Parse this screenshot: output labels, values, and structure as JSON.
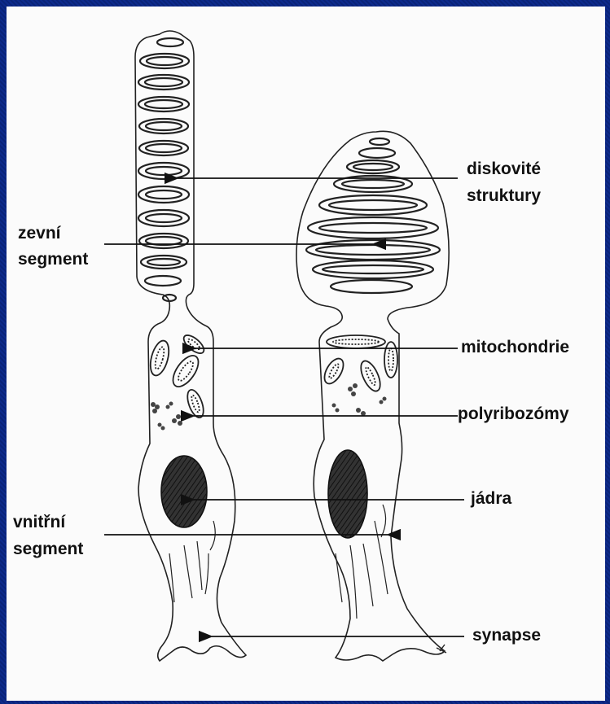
{
  "labels": {
    "diskovite": "diskovité",
    "struktury": "struktury",
    "zevni": "zevní",
    "zevni_segment": "segment",
    "mitochondrie": "mitochondrie",
    "polyribozomy": "polyribozómy",
    "jadra": "jádra",
    "vnitrni": "vnitřní",
    "vnitrni_segment": "segment",
    "synapse": "synapse"
  },
  "colors": {
    "frame": "#0a1f66",
    "paper": "#fbfbfb",
    "ink": "#111111"
  }
}
